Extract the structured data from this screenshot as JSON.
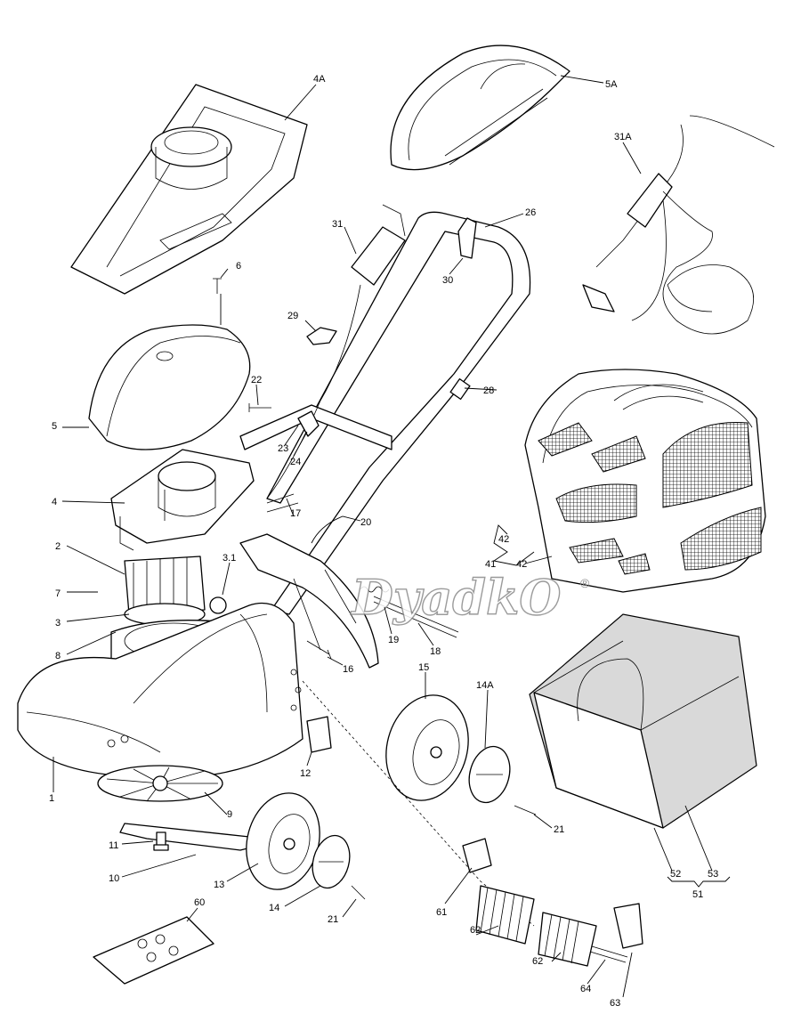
{
  "watermark": {
    "text": "DyadkO",
    "mark": "®"
  },
  "labels": [
    "4A",
    "5A",
    "31A",
    "26",
    "31",
    "30",
    "6",
    "29",
    "28",
    "22",
    "5",
    "23",
    "24",
    "4",
    "17",
    "20",
    "42",
    "41",
    "42",
    "2",
    "3.1",
    "7",
    "3",
    "8",
    "19",
    "18",
    "16",
    "15",
    "14A",
    "1",
    "12",
    "9",
    "21",
    "11",
    "10",
    "13",
    "14",
    "21",
    "52",
    "53",
    "51",
    "61",
    "60",
    "62",
    "62",
    "64",
    "63"
  ],
  "colors": {
    "line": "#000000",
    "background": "#ffffff",
    "shade": "#d9d9d9",
    "watermark": "#8a8a8a"
  }
}
